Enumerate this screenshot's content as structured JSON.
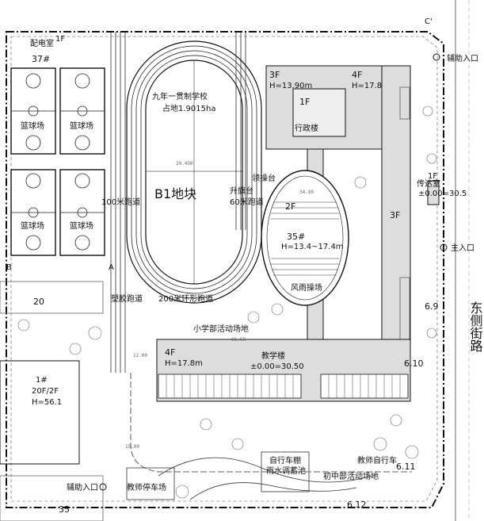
{
  "site": {
    "title": "B1地块",
    "school_name": "九年一贯制学校",
    "school_area": "占地1.9015ha"
  },
  "labels": {
    "power_room": "配电室",
    "power_room_floor": "1F",
    "block_37": "37#",
    "basketball": "篮球场",
    "track_100": "100米跑道",
    "track_200": "200米环形跑道",
    "plastic_track": "塑胶跑道",
    "flag_platform": "升旗台",
    "flag_leader": "领操台",
    "track_60": "60米跑道",
    "admin_floors": "3F",
    "admin_height": "H=13.90m",
    "admin_1f": "1F",
    "admin_name": "行政楼",
    "admin_4f": "4F",
    "admin_4f_h": "H=17.8",
    "right_3f": "3F",
    "gate_1f": "1F",
    "gate_room": "传达室",
    "gate_elev": "±0.00=30.5",
    "aux_entry_top": "辅助入口",
    "main_entry": "主入口",
    "hall_2f": "2F",
    "hall_num": "35#",
    "hall_height": "H=13.4~17.4m",
    "hall_name": "风雨操场",
    "primary_play": "小学部活动场地",
    "teach_4f": "4F",
    "teach_height": "H=17.8m",
    "teach_name": "教学楼",
    "teach_elev": "±0.00=30.50",
    "bike_shed": "自行车棚",
    "teacher_bike": "教师自行车",
    "junior_play": "初中部活动场地",
    "rain_pool": "雨水调蓄池",
    "teacher_parking": "教师停车场",
    "aux_entry_bottom": "辅助入口",
    "bldg_1": "1#",
    "bldg_1_floors": "20F/2F",
    "bldg_1_height": "H=56.1",
    "block_20": "20",
    "block_35": "35",
    "road_name": "东侧街路",
    "pt_b": "B",
    "pt_a": "A",
    "pt_c": "C'",
    "sta_69": "6.9",
    "sta_610": "6.10",
    "sta_611": "6.11",
    "sta_612": "6.12",
    "dim_1": "29.450",
    "dim_2": "15.00",
    "dim_3": "12.00",
    "dim_4": "34.80",
    "dim_5": "65.50"
  }
}
